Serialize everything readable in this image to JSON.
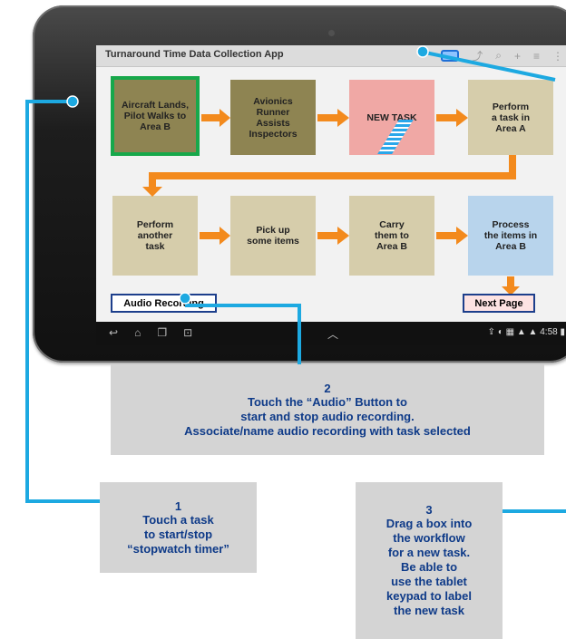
{
  "app": {
    "title": "Turnaround Time Data Collection App"
  },
  "toolbar": {
    "icons": [
      "audio-button-icon",
      "share-icon",
      "search-icon",
      "add-icon",
      "menu-icon",
      "overflow-icon"
    ]
  },
  "tasks": [
    {
      "label": "Aircraft Lands, Pilot Walks to Area B",
      "lines": [
        "Aircraft Lands,",
        "Pilot Walks to",
        "Area B"
      ]
    },
    {
      "label": "Avionics Runner Assists Inspectors",
      "lines": [
        "Avionics",
        "Runner",
        "Assists",
        "Inspectors"
      ]
    },
    {
      "label": "NEW TASK",
      "lines": [
        "NEW TASK"
      ]
    },
    {
      "label": "Perform a task in Area A",
      "lines": [
        "Perform",
        "a task in",
        "Area A"
      ]
    },
    {
      "label": "Perform another task",
      "lines": [
        "Perform",
        "another",
        "task"
      ]
    },
    {
      "label": "Pick up some items",
      "lines": [
        "Pick up",
        "some items"
      ]
    },
    {
      "label": "Carry them to Area B",
      "lines": [
        "Carry",
        "them to",
        "Area B"
      ]
    },
    {
      "label": "Process the items in Area B",
      "lines": [
        "Process",
        "the items in",
        "Area B"
      ]
    }
  ],
  "buttons": {
    "audio": "Audio Recording",
    "next": "Next Page"
  },
  "status": {
    "time": "4:58"
  },
  "colors": {
    "accent": "#1da9e1",
    "selected_border": "#17a84b",
    "callout_text": "#0e3a88"
  },
  "callouts": {
    "c1": {
      "num": "1",
      "lines": [
        "Touch a task",
        "to start/stop",
        "“stopwatch timer”"
      ]
    },
    "c2": {
      "num": "2",
      "lines": [
        "Touch the “Audio” Button to",
        "start and stop audio recording.",
        "Associate/name audio recording with task selected"
      ]
    },
    "c3": {
      "num": "3",
      "lines": [
        "Drag a box into",
        "the workflow",
        "for a new task.",
        "Be able to",
        "use the tablet",
        "keypad to label",
        "the new task"
      ]
    }
  }
}
